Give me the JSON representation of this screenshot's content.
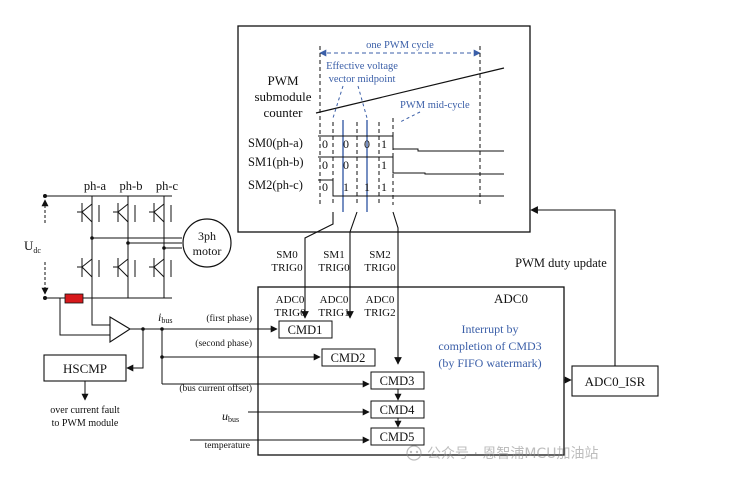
{
  "timing": {
    "cycle_label": "one PWM cycle",
    "effective_label_1": "Effective voltage",
    "effective_label_2": "vector midpoint",
    "midcycle_label": "PWM mid-cycle",
    "counter_label_1": "PWM",
    "counter_label_2": "submodule",
    "counter_label_3": "counter",
    "rows": [
      {
        "label": "SM0(ph-a)",
        "bits": [
          "0",
          "0",
          "0",
          "1"
        ]
      },
      {
        "label": "SM1(ph-b)",
        "bits": [
          "0",
          "0",
          "1"
        ]
      },
      {
        "label": "SM2(ph-c)",
        "bits": [
          "0",
          "1",
          "1",
          "1"
        ]
      }
    ]
  },
  "inverter": {
    "phases": [
      "ph-a",
      "ph-b",
      "ph-c"
    ],
    "udc_main": "U",
    "udc_sub": "dc",
    "motor_1": "3ph",
    "motor_2": "motor",
    "hscmp": "HSCMP",
    "overcurrent_1": "over current fault",
    "overcurrent_2": "to PWM module",
    "ibus_main": "i",
    "ibus_sub": "bus"
  },
  "triggers": [
    {
      "l1": "SM0",
      "l2": "TRIG0"
    },
    {
      "l1": "SM1",
      "l2": "TRIG0"
    },
    {
      "l1": "SM2",
      "l2": "TRIG0"
    }
  ],
  "adc": {
    "title": "ADC0",
    "trig_labels": [
      {
        "l1": "ADC0",
        "l2": "TRIG0"
      },
      {
        "l1": "ADC0",
        "l2": "TRIG1"
      },
      {
        "l1": "ADC0",
        "l2": "TRIG2"
      }
    ],
    "cmds": [
      "CMD1",
      "CMD2",
      "CMD3",
      "CMD4",
      "CMD5"
    ],
    "inputs": [
      "(first phase)",
      "(second phase)",
      "(bus current offset)",
      "",
      "temperature"
    ],
    "ubus_main": "u",
    "ubus_sub": "bus",
    "interrupt_1": "Interrupt by",
    "interrupt_2": "completion of CMD3",
    "interrupt_3": "(by FIFO watermark)",
    "isr": "ADC0_ISR",
    "duty_update": "PWM duty update"
  },
  "watermark": "公众号 · 恩智浦MCU加油站"
}
